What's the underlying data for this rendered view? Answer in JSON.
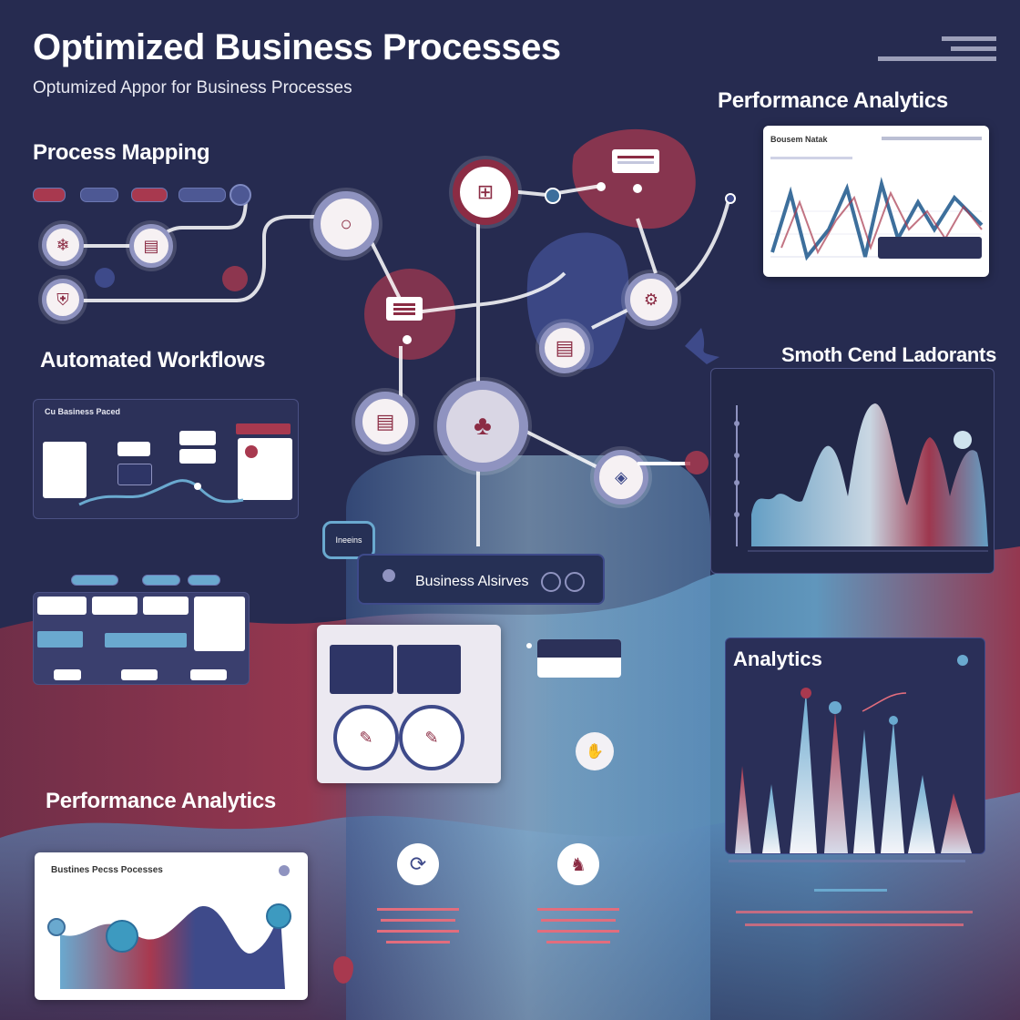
{
  "header": {
    "title": "Optimized Business Processes",
    "subtitle": "Optumized Appor for Business Processes"
  },
  "sections": {
    "process_mapping": "Process Mapping",
    "automated_workflows": "Automated Workflows",
    "performance_analytics_top": "Performance Analytics",
    "smoth_cend": "Smoth Cend Ladorants",
    "analytics": "Analytics",
    "performance_analytics_bottom": "Performance Analytics"
  },
  "labels": {
    "workflow_panel_title": "Cu Basiness Paced",
    "analytics_card_title": "Bousem Natak",
    "bottom_card_title": "Bustines Pecss Pocesses",
    "business_banner": "Business Alsirves",
    "tag_chip": "Ineeins"
  },
  "colors": {
    "background": "#262b50",
    "navy": "#2c3159",
    "crimson": "#a8394f",
    "sky": "#6aa9cf",
    "lavender": "#8f93c0",
    "white": "#ffffff"
  },
  "icons": [
    "puzzle-icon",
    "server-icon",
    "shield-icon",
    "lock-icon",
    "grid-icon",
    "document-icon",
    "list-icon",
    "clover-icon",
    "badge-icon",
    "gear-icon",
    "pen-icon",
    "hand-icon",
    "refresh-icon",
    "paw-icon"
  ]
}
